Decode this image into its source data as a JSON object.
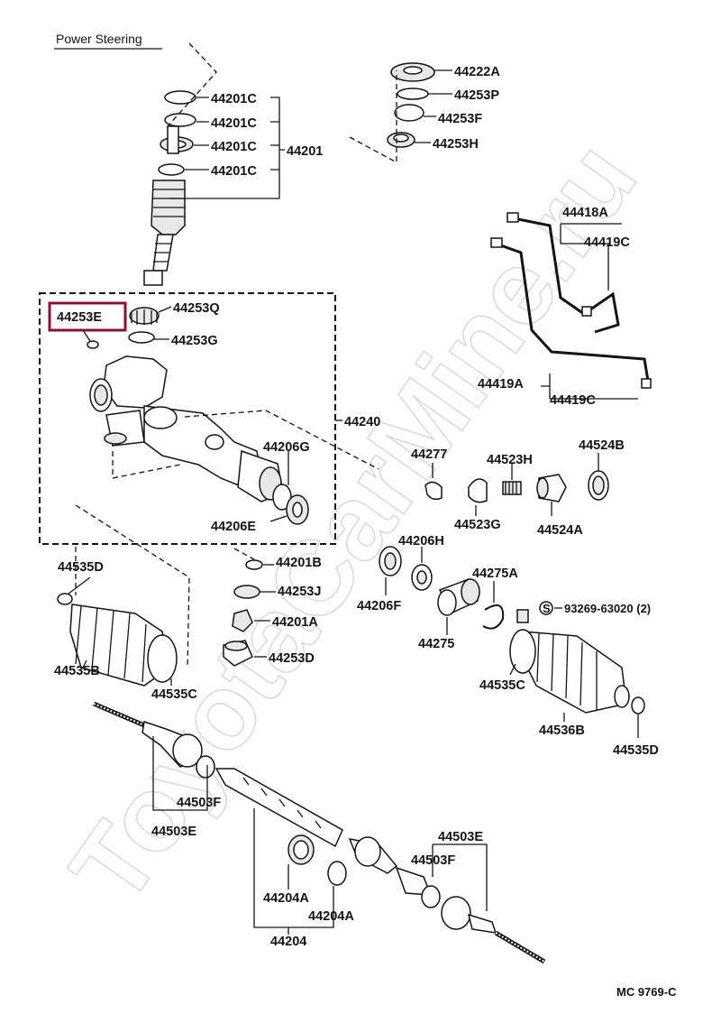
{
  "title": "Power Steering",
  "figure_code": "MC 9769-C",
  "watermark": "ToyotaCarMine.ru",
  "highlight_color": "#8b1030",
  "highlighted_part": "44253E",
  "labels": {
    "p44201C_1": "44201C",
    "p44201C_2": "44201C",
    "p44201C_3": "44201C",
    "p44201C_4": "44201C",
    "p44201": "44201",
    "p44222A": "44222A",
    "p44253P": "44253P",
    "p44253F": "44253F",
    "p44253H": "44253H",
    "p44253E": "44253E",
    "p44253Q": "44253Q",
    "p44253G": "44253G",
    "p44418A": "44418A",
    "p44419C_a": "44419C",
    "p44419A": "44419A",
    "p44419C_b": "44419C",
    "p44240": "44240",
    "p44206G": "44206G",
    "p44206E": "44206E",
    "p44277": "44277",
    "p44523H": "44523H",
    "p44524B": "44524B",
    "p44523G": "44523G",
    "p44524A": "44524A",
    "p44201B": "44201B",
    "p44206H": "44206H",
    "p44275A": "44275A",
    "p44206F": "44206F",
    "p44253J": "44253J",
    "p44201A": "44201A",
    "p44253D": "44253D",
    "p44275": "44275",
    "p93269": "93269-63020 (2)",
    "s_symbol": "S",
    "p44535D_a": "44535D",
    "p44535B": "44535B",
    "p44535C_a": "44535C",
    "p44535C_b": "44535C",
    "p44536B": "44536B",
    "p44535D_b": "44535D",
    "p44503F_a": "44503F",
    "p44503E_a": "44503E",
    "p44503E_b": "44503E",
    "p44503F_b": "44503F",
    "p44204A_a": "44204A",
    "p44204A_b": "44204A",
    "p44204": "44204"
  }
}
